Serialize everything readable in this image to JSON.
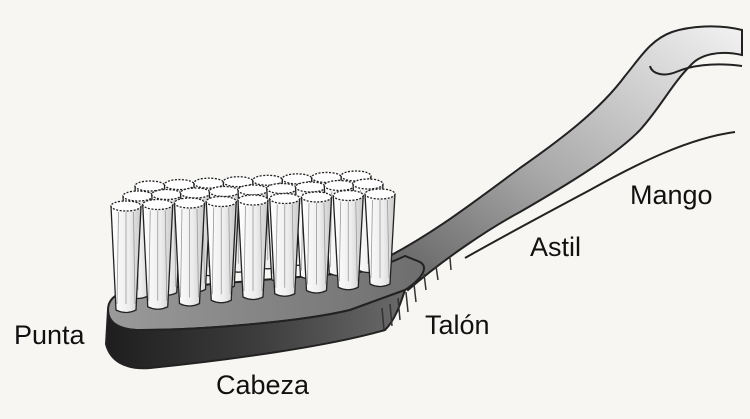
{
  "diagram": {
    "subject": "toothbrush",
    "labels": {
      "mango": "Mango",
      "astil": "Astil",
      "talon": "Talón",
      "punta": "Punta",
      "cabeza": "Cabeza"
    }
  }
}
